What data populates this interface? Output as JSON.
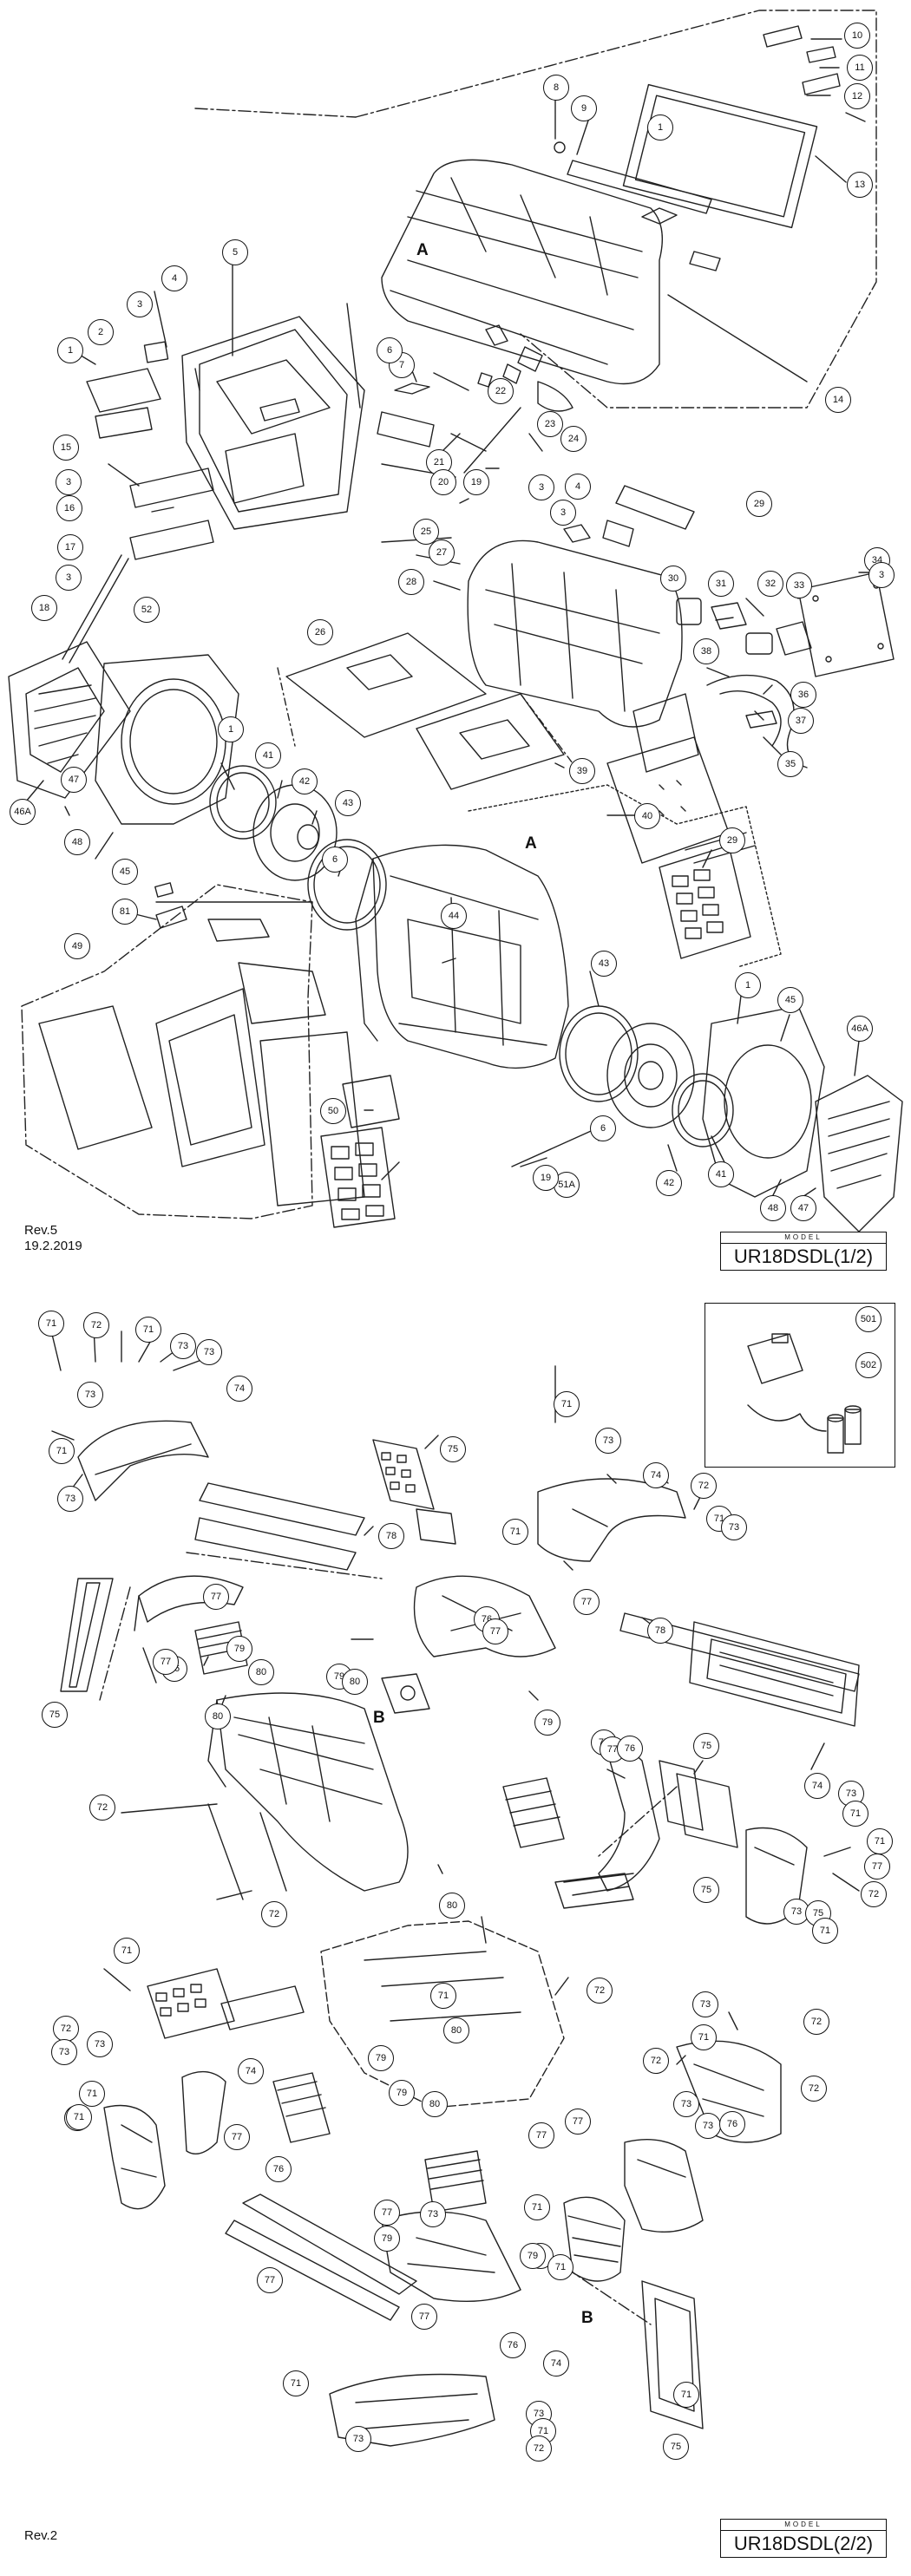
{
  "sheet1": {
    "rev": "Rev.5",
    "date": "19.2.2019",
    "model_caption": "MODEL",
    "model": "UR18DSDL(1/2)",
    "markers": [
      "A",
      "A"
    ],
    "callouts": [
      "10",
      "11",
      "12",
      "13",
      "8",
      "9",
      "1",
      "14",
      "5",
      "A",
      "4",
      "3",
      "7",
      "6",
      "22",
      "23",
      "24",
      "2",
      "1",
      "21",
      "20",
      "19",
      "25",
      "15",
      "3",
      "16",
      "17",
      "3",
      "18",
      "52",
      "3",
      "4",
      "3",
      "29",
      "28",
      "27",
      "30",
      "31",
      "32",
      "33",
      "34",
      "3",
      "38",
      "36",
      "37",
      "35",
      "26",
      "39",
      "40",
      "29",
      "1",
      "41",
      "42",
      "43",
      "6",
      "46A",
      "47",
      "48",
      "45",
      "81",
      "44",
      "49",
      "43",
      "1",
      "45",
      "46A",
      "50",
      "6",
      "42",
      "41",
      "48",
      "47",
      "51A",
      "19"
    ]
  },
  "sheet2": {
    "rev": "Rev.2",
    "model_caption": "MODEL",
    "model": "UR18DSDL(2/2)",
    "markers": [
      "B",
      "B"
    ],
    "callouts": [
      "71",
      "72",
      "71",
      "73",
      "73",
      "74",
      "71",
      "73",
      "75",
      "73",
      "78",
      "76",
      "77",
      "77",
      "79",
      "75",
      "80",
      "79",
      "80",
      "80",
      "72",
      "72",
      "80",
      "71",
      "73",
      "74",
      "72",
      "71",
      "73",
      "71",
      "77",
      "78",
      "76",
      "77",
      "79",
      "77",
      "77",
      "76",
      "75",
      "74",
      "73",
      "71",
      "71",
      "77",
      "72",
      "73",
      "75",
      "71",
      "75",
      "71",
      "72",
      "73",
      "73",
      "71",
      "74",
      "77",
      "79",
      "80",
      "71",
      "73",
      "72",
      "72",
      "71",
      "71",
      "73",
      "72",
      "73",
      "73",
      "76",
      "72",
      "80",
      "79",
      "77",
      "77",
      "77",
      "73",
      "71",
      "76",
      "78",
      "79",
      "77",
      "71",
      "76",
      "77",
      "79",
      "74",
      "71",
      "71",
      "73",
      "73",
      "71",
      "72",
      "75"
    ],
    "inset_callouts": [
      "501",
      "502"
    ]
  }
}
